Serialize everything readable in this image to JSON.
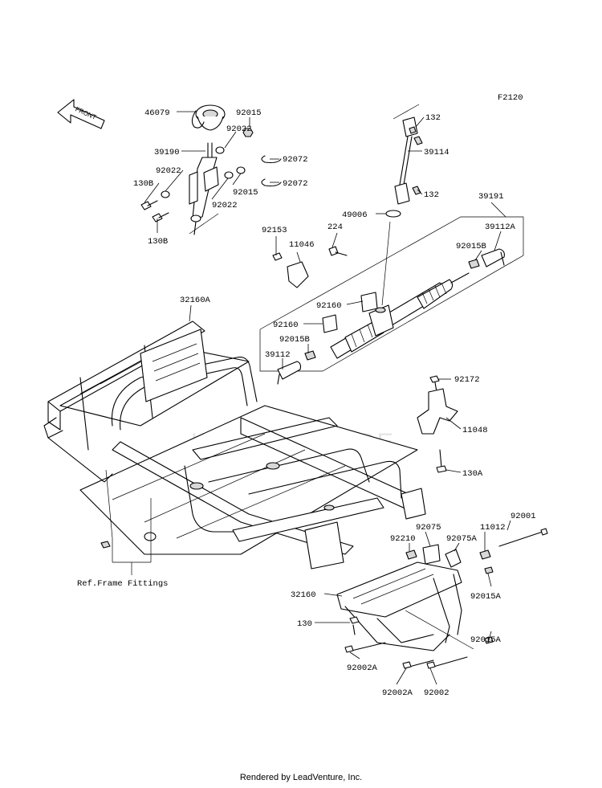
{
  "figure_code": "F2120",
  "front_marker": "FRONT",
  "watermark": "LEADVENTURE",
  "footer": "Rendered by LeadVenture, Inc.",
  "callouts": {
    "p46079": "46079",
    "p92015_top": "92015",
    "p92022_a": "92022",
    "p92072_a": "92072",
    "p39190": "39190",
    "p92022_b": "92022",
    "p130b_a": "130B",
    "p92015_mid": "92015",
    "p92072_b": "92072",
    "p92022_c": "92022",
    "p130b_b": "130B",
    "p132_a": "132",
    "p39114": "39114",
    "p132_b": "132",
    "p49006": "49006",
    "p39191": "39191",
    "p224": "224",
    "p92153": "92153",
    "p11046": "11046",
    "p39112a": "39112A",
    "p92015b_a": "92015B",
    "p92160_a": "92160",
    "p92160_b": "92160",
    "p92015b_b": "92015B",
    "p39112": "39112",
    "p32160a": "32160A",
    "p92172": "92172",
    "p11048": "11048",
    "p130a": "130A",
    "p92001": "92001",
    "p92075": "92075",
    "p11012": "11012",
    "p92210": "92210",
    "p92075a": "92075A",
    "p32160": "32160",
    "p92015a_a": "92015A",
    "p130": "130",
    "p92015a_b": "92015A",
    "p92002a_a": "92002A",
    "p92002a_b": "92002A",
    "p92002": "92002",
    "ref_frame": "Ref.Frame Fittings"
  }
}
